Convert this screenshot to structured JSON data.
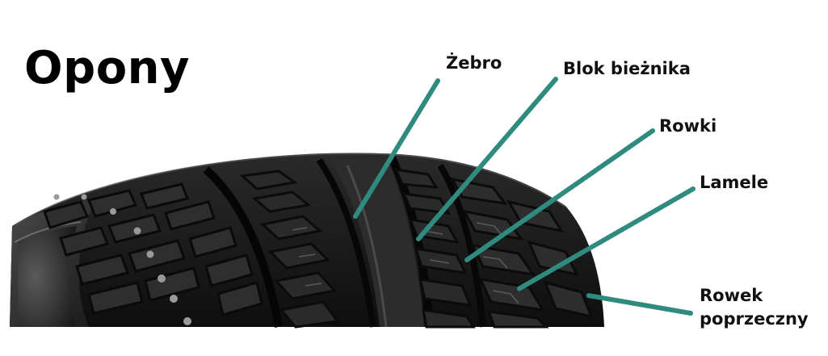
{
  "title": "Opony",
  "colors": {
    "leader": "#2f8a80",
    "tire_dark": "#141414",
    "tire_mid": "#3a3a3a",
    "tire_light": "#6d6d6d"
  },
  "labels": {
    "rib": "Żebro",
    "tread_block": "Blok bieżnika",
    "grooves": "Rowki",
    "sipes": "Lamele",
    "transverse_groove_line1": "Rowek",
    "transverse_groove_line2": "poprzeczny"
  }
}
